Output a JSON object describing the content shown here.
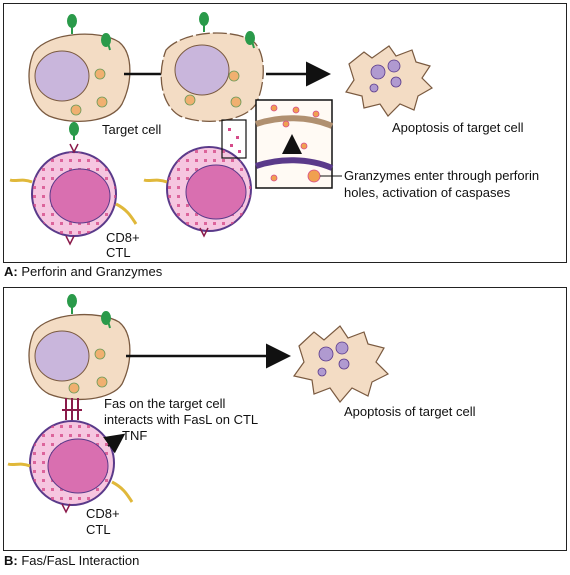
{
  "panel_a": {
    "caption_letter": "A:",
    "caption_text": "Perforin and Granzymes",
    "target_cell_label": "Target cell",
    "ctl_label_line1": "CD8+",
    "ctl_label_line2": "CTL",
    "apoptosis_label": "Apoptosis of target cell",
    "granzyme_label_line1": "Granzymes enter through perforin",
    "granzyme_label_line2": "holes, activation of caspases"
  },
  "panel_b": {
    "caption_letter": "B:",
    "caption_text": "Fas/FasL Interaction",
    "fas_label_line1": "Fas on the target cell",
    "fas_label_line2": "interacts with FasL on CTL",
    "tnf_label": "TNF",
    "apoptosis_label": "Apoptosis of target cell",
    "ctl_label_line1": "CD8+",
    "ctl_label_line2": "CTL"
  },
  "colors": {
    "cell_body": "#f3dcc4",
    "cell_outline": "#7a5a40",
    "nucleus": "#c9b6dc",
    "ctl_outer": "#f6c6e0",
    "ctl_nucleus": "#d96fb0",
    "granule": "#d64b8a",
    "receptor": "#2a9a4a",
    "fas": "#8a1a4a",
    "tail": "#e0b83a"
  }
}
